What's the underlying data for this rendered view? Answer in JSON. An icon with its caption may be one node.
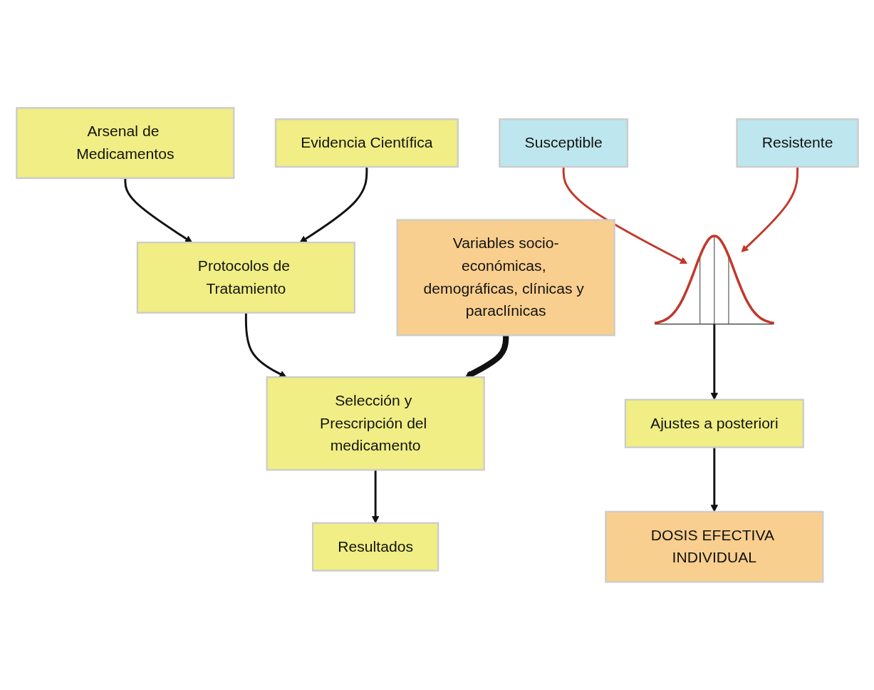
{
  "diagram": {
    "nodes": [
      {
        "text": [
          "Arsenal de Medicamentos"
        ]
      },
      {
        "text": [
          "Protocolos de Tratamiento"
        ]
      },
      {
        "text": [
          "Evidencia Científica"
        ]
      },
      {
        "text": [
          "Variables socio-económicas, demográficas, clínicas y paraclínicas"
        ]
      },
      {
        "text": [
          "Selección y Prescripción del medicamento"
        ]
      },
      {
        "text": [
          "Resultados"
        ]
      },
      {
        "text": [
          "Susceptible"
        ]
      },
      {
        "text": [
          "Resistente"
        ]
      },
      {
        "text": [],
        "shape": "picture"
      },
      {
        "text": [
          "Ajustes a posteriori"
        ]
      },
      {
        "text": [
          "DOSIS EFECTIVA INDIVIDUAL"
        ]
      }
    ],
    "edges": [
      {
        "from": 0,
        "to": 1,
        "arrow": "to"
      },
      {
        "from": 2,
        "to": 1,
        "arrow": "to"
      },
      {
        "from": 1,
        "to": 4,
        "arrow": "to"
      },
      {
        "from": 3,
        "to": 4,
        "arrow": "to",
        "style": "thick"
      },
      {
        "from": 4,
        "to": 5,
        "arrow": "to"
      },
      {
        "from": 6,
        "to": 8,
        "arrow": "to",
        "color": "#c0392b"
      },
      {
        "from": 7,
        "to": 8,
        "arrow": "to",
        "color": "#c0392b"
      },
      {
        "from": 8,
        "to": 9,
        "arrow": "to"
      },
      {
        "from": 9,
        "to": 10,
        "arrow": "to"
      }
    ]
  }
}
